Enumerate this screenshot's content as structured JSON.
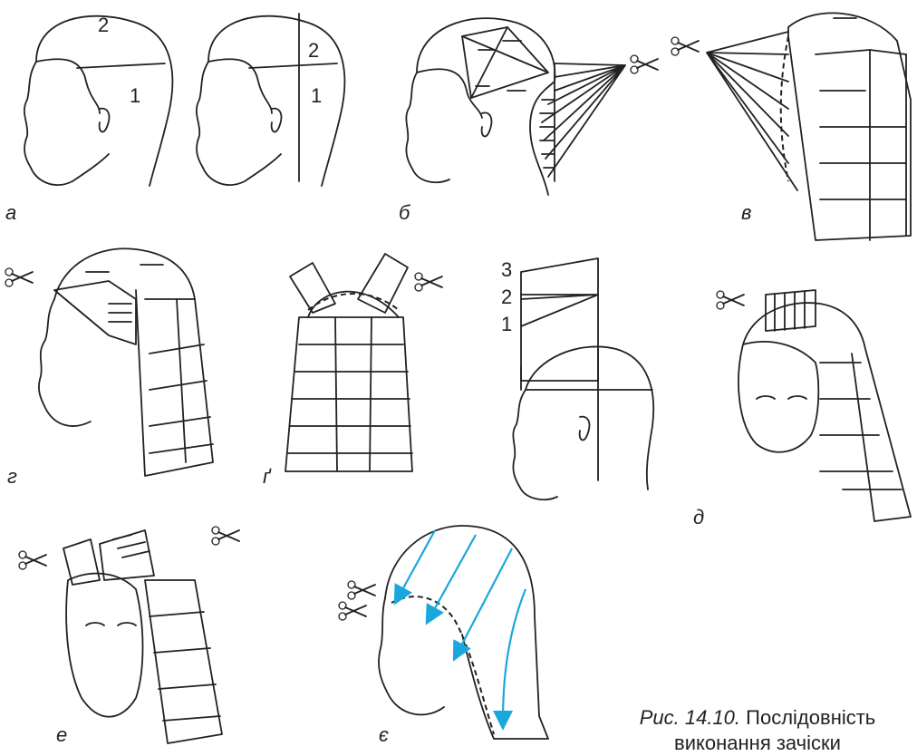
{
  "panel_labels": {
    "a": "а",
    "b": "б",
    "v": "в",
    "g": "г",
    "g2": "ґ",
    "d": "д",
    "e": "е",
    "ye": "є"
  },
  "zone_numbers": {
    "a_top": "2",
    "a_back": "1",
    "a2_top": "2",
    "a2_back": "1",
    "g2_3": "3",
    "g2_2": "2",
    "g2_1": "1"
  },
  "caption": {
    "prefix": "Рис. 14.10.",
    "line1_rest": "Послідовність",
    "line2": "виконання зачіски"
  },
  "colors": {
    "line": "#222222",
    "arrow_blue": "#1aa7dc",
    "background": "#ffffff"
  },
  "icons": [
    "scissors-icon"
  ]
}
